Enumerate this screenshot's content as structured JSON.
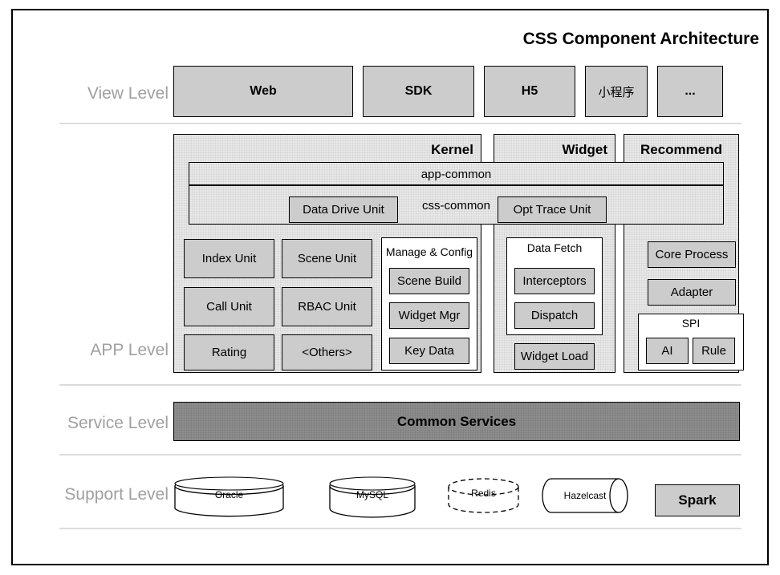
{
  "title": "CSS Component Architecture",
  "levels": [
    {
      "label": "View  Level"
    },
    {
      "label": "APP  Level"
    },
    {
      "label": "Service  Level"
    },
    {
      "label": "Support  Level"
    }
  ],
  "view_level": {
    "items": [
      {
        "label": "Web"
      },
      {
        "label": "SDK"
      },
      {
        "label": "H5"
      },
      {
        "label": "小程序"
      },
      {
        "label": "..."
      }
    ]
  },
  "app_level": {
    "columns": [
      {
        "name": "Kernel"
      },
      {
        "name": "Widget"
      },
      {
        "name": "Recommend"
      }
    ],
    "bars": [
      {
        "label": "app-common"
      },
      {
        "label": "css-common"
      }
    ],
    "bar_units": [
      {
        "label": "Data Drive Unit"
      },
      {
        "label": "Opt Trace Unit"
      }
    ],
    "kernel_units": [
      {
        "label": "Index Unit"
      },
      {
        "label": "Scene Unit"
      },
      {
        "label": "Call Unit"
      },
      {
        "label": "RBAC Unit"
      },
      {
        "label": "Rating"
      },
      {
        "label": "<Others>"
      }
    ],
    "manage_config": {
      "title": "Manage & Config",
      "items": [
        {
          "label": "Scene Build"
        },
        {
          "label": "Widget Mgr"
        },
        {
          "label": "Key Data"
        }
      ]
    },
    "data_fetch": {
      "title": "Data Fetch",
      "items": [
        {
          "label": "Interceptors"
        },
        {
          "label": "Dispatch"
        }
      ]
    },
    "widget_units": [
      {
        "label": "Widget Load"
      }
    ],
    "recommend_units": [
      {
        "label": "Core Process"
      },
      {
        "label": "Adapter"
      }
    ],
    "spi": {
      "title": "SPI",
      "items": [
        {
          "label": "AI"
        },
        {
          "label": "Rule"
        }
      ]
    }
  },
  "service_level": {
    "label": "Common Services"
  },
  "support_level": {
    "items": [
      {
        "label": "Oracle",
        "shape": "cylinder",
        "style": "solid"
      },
      {
        "label": "MySQL",
        "shape": "cylinder",
        "style": "solid"
      },
      {
        "label": "Redis",
        "shape": "cylinder",
        "style": "dashed"
      },
      {
        "label": "Hazelcast",
        "shape": "cylinder-horizontal",
        "style": "solid"
      },
      {
        "label": "Spark",
        "shape": "rect",
        "style": "filled"
      }
    ]
  },
  "colors": {
    "box_gray": "#cccccc",
    "hatch_gray": "#e8e8e8",
    "service_gray": "#8c8c8c",
    "label_gray": "#a0a0a0",
    "border": "#000000",
    "separator": "#dcdcdc"
  }
}
